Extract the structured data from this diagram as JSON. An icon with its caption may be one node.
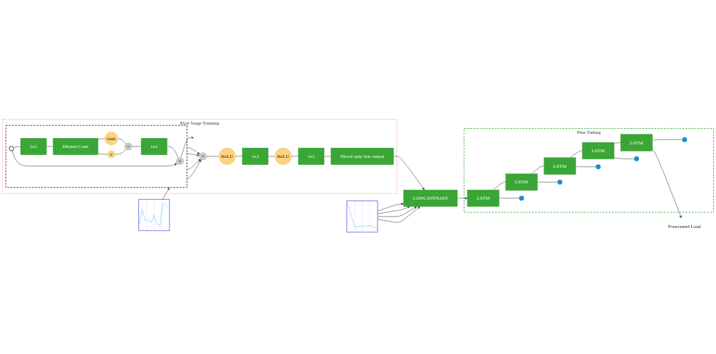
{
  "diagram": {
    "nodes": [
      {
        "text": [],
        "shape": "picture"
      },
      {
        "text": [
          "First Stage Training"
        ]
      },
      {
        "text": [],
        "shape": "box",
        "in": 1
      },
      {
        "text": [
          "+"
        ],
        "in": 2
      },
      {
        "text": [
          "1x1"
        ],
        "in": 2
      },
      {
        "text": [
          "×"
        ],
        "in": 2
      },
      {
        "text": [
          "tanh"
        ],
        "in": 2
      },
      {
        "text": [
          "σ"
        ],
        "in": 2
      },
      {
        "text": [
          "Dilated Conv"
        ],
        "in": 2
      },
      {
        "text": [
          "1x1"
        ],
        "in": 2
      },
      {
        "text": [],
        "shape": "circle",
        "in": 2
      },
      {
        "text": [
          "+"
        ],
        "in": 1
      },
      {
        "text": [
          "ReLU"
        ],
        "in": 1
      },
      {
        "text": [
          "1x1"
        ],
        "in": 1
      },
      {
        "text": [
          "ReLU"
        ],
        "in": 1
      },
      {
        "text": [
          "1x1"
        ],
        "in": 1
      },
      {
        "text": [
          "Sliced only last output"
        ],
        "in": 1
      },
      {
        "text": [],
        "shape": "picture"
      },
      {
        "text": [
          "CONCATENATE"
        ]
      },
      {
        "text": [
          "Fine Tuning"
        ]
      },
      {
        "text": [
          "LSTM"
        ],
        "in": 19
      },
      {
        "text": [
          "LSTM"
        ],
        "in": 19
      },
      {
        "text": [
          "LSTM"
        ],
        "in": 19
      },
      {
        "text": [
          "LSTM"
        ],
        "in": 19
      },
      {
        "text": [
          "LSTM"
        ],
        "in": 19
      },
      {
        "text": [],
        "shape": "circle",
        "in": 19
      },
      {
        "text": [],
        "shape": "circle",
        "in": 19
      },
      {
        "text": [],
        "shape": "circle",
        "in": 19
      },
      {
        "text": [],
        "shape": "circle",
        "in": 19
      },
      {
        "text": [],
        "shape": "circle",
        "in": 19
      },
      {
        "text": [
          "Forecasted Load"
        ]
      }
    ],
    "edges": [
      {
        "from": 0,
        "to": 2,
        "arrow": "to"
      },
      {
        "from": 10,
        "to": 9,
        "arrow": "none"
      },
      {
        "from": 9,
        "to": 8,
        "arrow": "none"
      },
      {
        "from": 8,
        "to": 6,
        "arrow": "none"
      },
      {
        "from": 8,
        "to": 7,
        "arrow": "none"
      },
      {
        "from": 6,
        "to": 5,
        "arrow": "none"
      },
      {
        "from": 7,
        "to": 5,
        "arrow": "none"
      },
      {
        "from": 5,
        "to": 4,
        "arrow": "none"
      },
      {
        "from": 4,
        "to": 3,
        "arrow": "none"
      },
      {
        "from": 10,
        "to": 3,
        "arrow": "to"
      },
      {
        "from": 3,
        "to": null,
        "arrow": "to"
      },
      {
        "from": 2,
        "to": 11,
        "arrow": "to"
      },
      {
        "from": 2,
        "to": 11,
        "arrow": "to"
      },
      {
        "from": 2,
        "to": 11,
        "arrow": "to"
      },
      {
        "from": 2,
        "to": 11,
        "arrow": "to"
      },
      {
        "from": 11,
        "to": 12,
        "arrow": "none"
      },
      {
        "from": 12,
        "to": 13,
        "arrow": "none"
      },
      {
        "from": 13,
        "to": 14,
        "arrow": "none"
      },
      {
        "from": 14,
        "to": 15,
        "arrow": "none"
      },
      {
        "from": 15,
        "to": 16,
        "arrow": "none"
      },
      {
        "from": 16,
        "to": 18,
        "arrow": "to"
      },
      {
        "from": 17,
        "to": 18,
        "arrow": "to"
      },
      {
        "from": 17,
        "to": 18,
        "arrow": "to"
      },
      {
        "from": 17,
        "to": 18,
        "arrow": "to"
      },
      {
        "from": 17,
        "to": 18,
        "arrow": "to"
      },
      {
        "from": 18,
        "to": 20,
        "arrow": "to"
      },
      {
        "from": 20,
        "to": 21,
        "arrow": "none"
      },
      {
        "from": 21,
        "to": 22,
        "arrow": "none"
      },
      {
        "from": 22,
        "to": 23,
        "arrow": "none"
      },
      {
        "from": 23,
        "to": 24,
        "arrow": "none"
      },
      {
        "from": 20,
        "to": 25,
        "arrow": "none"
      },
      {
        "from": 21,
        "to": 26,
        "arrow": "none"
      },
      {
        "from": 22,
        "to": 27,
        "arrow": "none"
      },
      {
        "from": 23,
        "to": 28,
        "arrow": "none"
      },
      {
        "from": 24,
        "to": 29,
        "arrow": "none"
      },
      {
        "from": 24,
        "to": 30,
        "arrow": "to"
      }
    ]
  }
}
